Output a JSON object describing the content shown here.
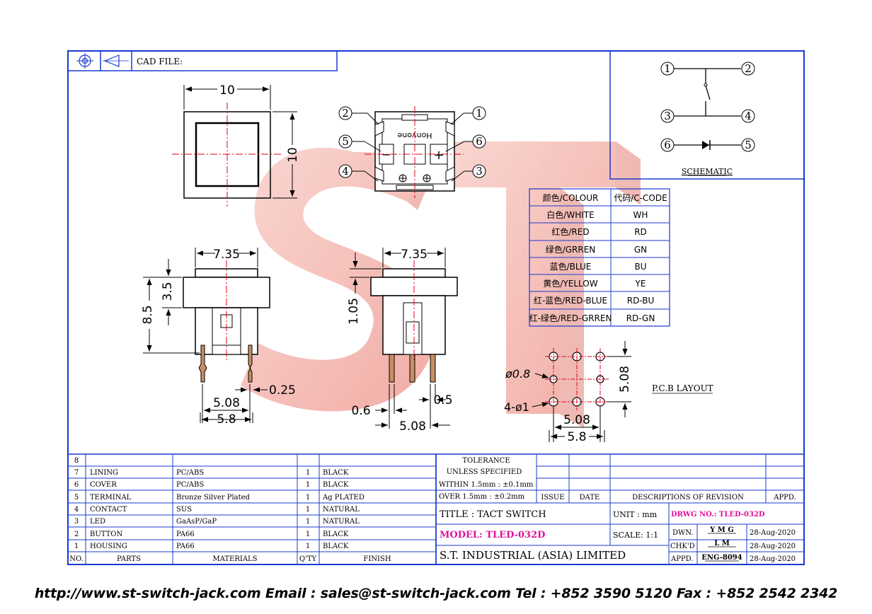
{
  "header": {
    "cad_file_label": "CAD FILE:"
  },
  "dimensions": {
    "top_width": "10",
    "top_height": "10",
    "side_width": "7.35",
    "side_cap_height": "3.5",
    "side_total_height": "8.5",
    "side_pin_thickness": "0.25",
    "side_pin_pitch": "5.08",
    "side_pin_span": "5.8",
    "front_width": "7.35",
    "front_cap_height": "1.05",
    "front_pin_left": "0.6",
    "front_pin_right": "0.5",
    "front_pin_pitch": "5.08",
    "pcb_hole_small": "ø0.8",
    "pcb_hole_large": "4-ø1",
    "pcb_pitch_h": "5.08",
    "pcb_span": "5.8",
    "pcb_pitch_v": "5.08"
  },
  "bottom_view": {
    "brand": "Honyone",
    "minus": "−",
    "plus": "+",
    "pins": [
      "1",
      "2",
      "3",
      "4",
      "5",
      "6"
    ]
  },
  "schematic": {
    "title": "SCHEMATIC",
    "pins": [
      "1",
      "2",
      "3",
      "4",
      "5",
      "6"
    ]
  },
  "pcb_layout_label": "P.C.B LAYOUT",
  "colour_table": {
    "headers": [
      "颜色/COLOUR",
      "代码/C-CODE"
    ],
    "rows": [
      [
        "白色/WHITE",
        "WH"
      ],
      [
        "红色/RED",
        "RD"
      ],
      [
        "绿色/GRREN",
        "GN"
      ],
      [
        "蓝色/BLUE",
        "BU"
      ],
      [
        "黄色/YELLOW",
        "YE"
      ],
      [
        "红-蓝色/RED-BLUE",
        "RD-BU"
      ],
      [
        "红-绿色/RED-GRREN",
        "RD-GN"
      ]
    ]
  },
  "bom": {
    "headers": [
      "NO.",
      "PARTS",
      "MATERIALS",
      "Q'TY",
      "FINISH"
    ],
    "rows": [
      [
        "8",
        "",
        "",
        "",
        ""
      ],
      [
        "7",
        "LINING",
        "PC/ABS",
        "1",
        "BLACK"
      ],
      [
        "6",
        "COVER",
        "PC/ABS",
        "1",
        "BLACK"
      ],
      [
        "5",
        "TERMINAL",
        "Bronze Silver Plated",
        "1",
        "Ag PLATED"
      ],
      [
        "4",
        "CONTACT",
        "SUS",
        "1",
        "NATURAL"
      ],
      [
        "3",
        "LED",
        "GaAsP/GaP",
        "1",
        "NATURAL"
      ],
      [
        "2",
        "BUTTON",
        "PA66",
        "1",
        "BLACK"
      ],
      [
        "1",
        "HOUSING",
        "PA66",
        "1",
        "BLACK"
      ]
    ]
  },
  "tolerance": {
    "title": "TOLERANCE",
    "subtitle": "UNLESS   SPECIFIED",
    "within": "WITHIN  1.5mm : ±0.1mm",
    "over": "OVER    1.5mm : ±0.2mm"
  },
  "revision": {
    "issue": "ISSUE",
    "date": "DATE",
    "descriptions": "DESCRIPTIONS  OF  REVISION",
    "appd": "APPD."
  },
  "title_block": {
    "title": "TITLE : TACT SWITCH",
    "unit": "UNIT :   mm",
    "drwg_no": "DRWG NO.: TLED-032D",
    "model": "MODEL: TLED-032D",
    "scale": "SCALE:   1:1",
    "company": "S.T.  INDUSTRIAL  (ASIA)  LIMITED",
    "dwn_label": "DWN.",
    "dwn_name": "Y M G",
    "dwn_date": "28-Aug-2020",
    "chkd_label": "CHK'D",
    "chkd_name": "L M",
    "chkd_date": "28-Aug-2020",
    "appd_label": "APPD.",
    "appd_name": "ENG-8094",
    "appd_date": "28-Aug-2020"
  },
  "footer": "http://www.st-switch-jack.com  Email : sales@st-switch-jack.com  Tel : +852 3590 5120  Fax : +852 2542 2342",
  "colors": {
    "frame": "#1a3ad0",
    "magenta": "#e0119b",
    "watermark": "#f4b6ae",
    "center_line": "#e0001b",
    "pin": "#c98e62"
  }
}
